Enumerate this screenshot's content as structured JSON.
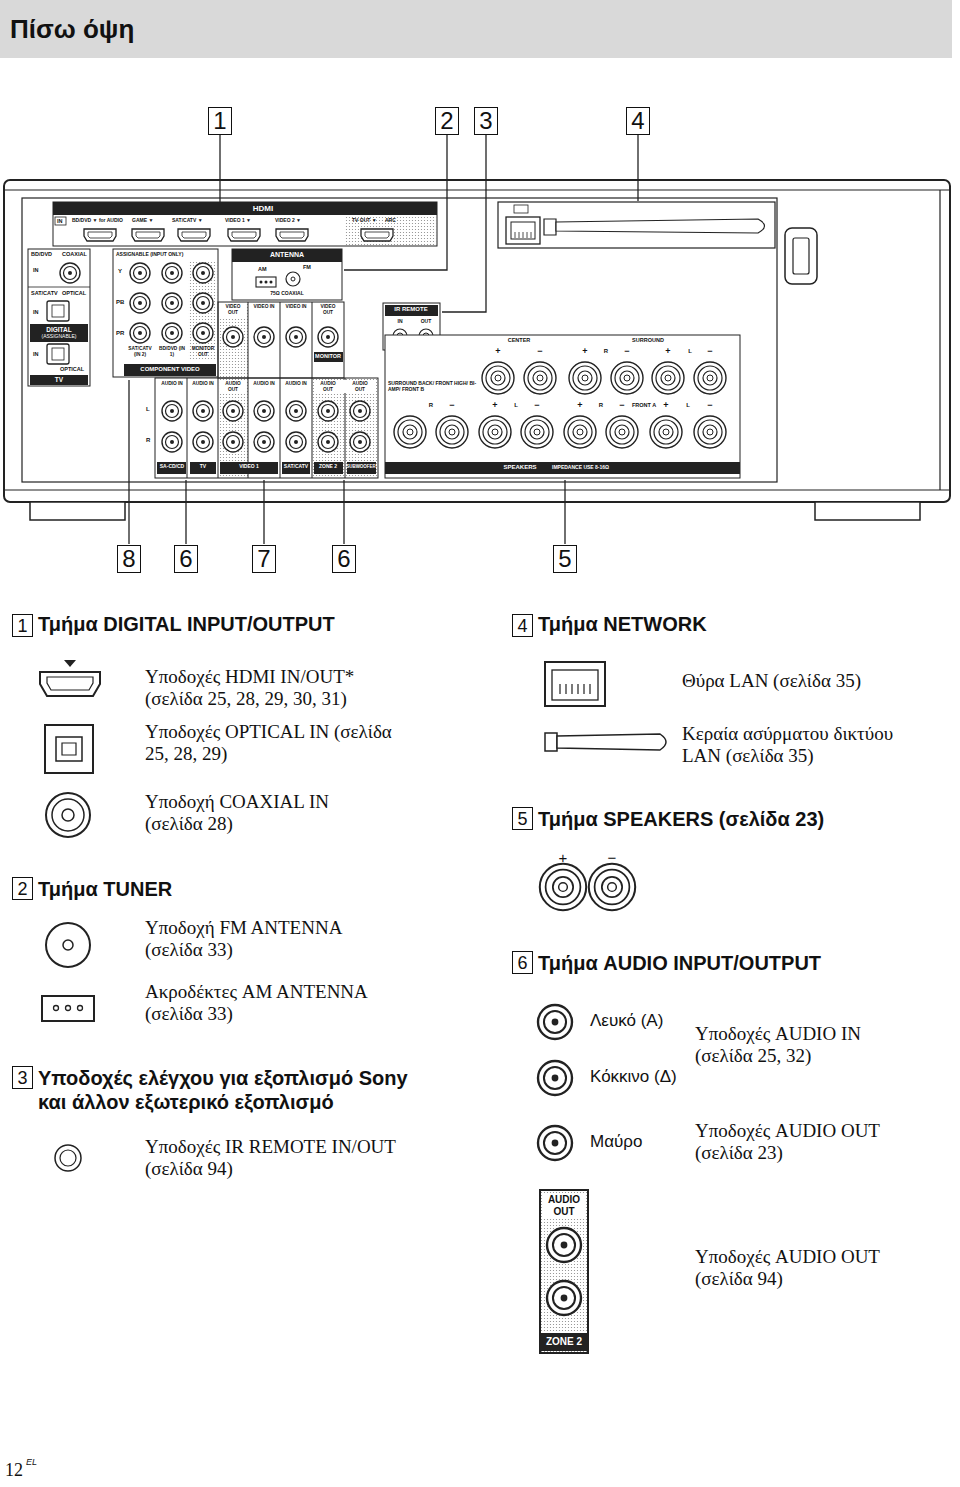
{
  "diagram": {
    "title": "Πίσω όψη",
    "nodes": [
      {
        "text": [
          "1"
        ]
      },
      {
        "text": [
          "2"
        ]
      },
      {
        "text": [
          "3"
        ]
      },
      {
        "text": [
          "4"
        ]
      },
      {
        "text": [
          "8"
        ]
      },
      {
        "text": [
          "6"
        ]
      },
      {
        "text": [
          "7"
        ]
      },
      {
        "text": [
          "6"
        ]
      },
      {
        "text": [
          "5"
        ]
      },
      {
        "text": [
          "1"
        ]
      },
      {
        "text": [
          "2"
        ]
      },
      {
        "text": [
          "3"
        ]
      },
      {
        "text": [
          "4"
        ]
      },
      {
        "text": [
          "5"
        ]
      },
      {
        "text": [
          "6"
        ]
      }
    ],
    "labels": [
      "HDMI",
      "IN",
      "BD/DVD ▼ for AUDIO",
      "GAME ▼",
      "SAT/CATV ▼",
      "VIDEO 1 ▼",
      "VIDEO 2 ▼",
      "TV OUT ▼",
      "ARC",
      "BD/DVD",
      "COAXIAL",
      "IN",
      "SAT/CATV",
      "OPTICAL",
      "IN",
      "DIGITAL",
      "(ASSIGNABLE)",
      "IN",
      "OPTICAL",
      "TV",
      "ASSIGNABLE (INPUT ONLY)",
      "Y",
      "PB",
      "PR",
      "SAT/CATV (IN 2)",
      "BD/DVD (IN 1)",
      "MONITOR OUT",
      "COMPONENT VIDEO",
      "ANTENNA",
      "AM",
      "FM",
      "75Ω COAXIAL",
      "VIDEO OUT",
      "VIDEO IN",
      "VIDEO IN",
      "VIDEO OUT",
      "MONITOR",
      "IR REMOTE",
      "IN",
      "OUT",
      "AUDIO IN",
      "AUDIO IN",
      "AUDIO OUT",
      "AUDIO IN",
      "AUDIO IN",
      "AUDIO OUT",
      "AUDIO OUT",
      "L",
      "R",
      "SA-CD/CD",
      "TV",
      "VIDEO 1",
      "SAT/CATV",
      "ZONE 2",
      "SUBWOOFER",
      "CENTER",
      "SURROUND",
      "+",
      "−",
      "+",
      "R",
      "−",
      "+",
      "L",
      "−",
      "SURROUND BACK/ FRONT HIGH/ BI-AMP/ FRONT B",
      "R",
      "−",
      "+",
      "L",
      "−",
      "+",
      "R",
      "−",
      "FRONT A",
      "+",
      "L",
      "−",
      "SPEAKERS",
      "IMPEDANCE USE 8-16Ω",
      "Τμήμα DIGITAL INPUT/OUTPUT",
      "Υποδοχές HDMI IN/OUT* (σελίδα 25, 28, 29, 30, 31)",
      "Υποδοχές OPTICAL IN (σελίδα 25, 28, 29)",
      "Υποδοχή COAXIAL IN (σελίδα 28)",
      "Τμήμα TUNER",
      "Υποδοχή FM ANTENNA (σελίδα 33)",
      "Ακροδέκτες AM ANTENNA (σελίδα 33)",
      "Υποδοχές ελέγχου για εξοπλισμό Sony και άλλον εξωτερικό εξοπλισμό",
      "Υποδοχές IR REMOTE IN/OUT (σελίδα 94)",
      "Τμήμα NETWORK",
      "Θύρα LAN (σελίδα 35)",
      "Κεραία ασύρματου δικτύου LAN (σελίδα 35)",
      "Τμήμα SPEAKERS (σελίδα 23)",
      "+",
      "−",
      "Τμήμα AUDIO INPUT/OUTPUT",
      "Λευκό (Α)",
      "Κόκκινο (Δ)",
      "Μαύρο",
      "Υποδοχές AUDIO IN (σελίδα 25, 32)",
      "Υποδοχές AUDIO OUT (σελίδα 23)",
      "AUDIO OUT",
      "ZONE 2",
      "Υποδοχές AUDIO OUT (σελίδα 94)",
      "12",
      "EL"
    ]
  }
}
